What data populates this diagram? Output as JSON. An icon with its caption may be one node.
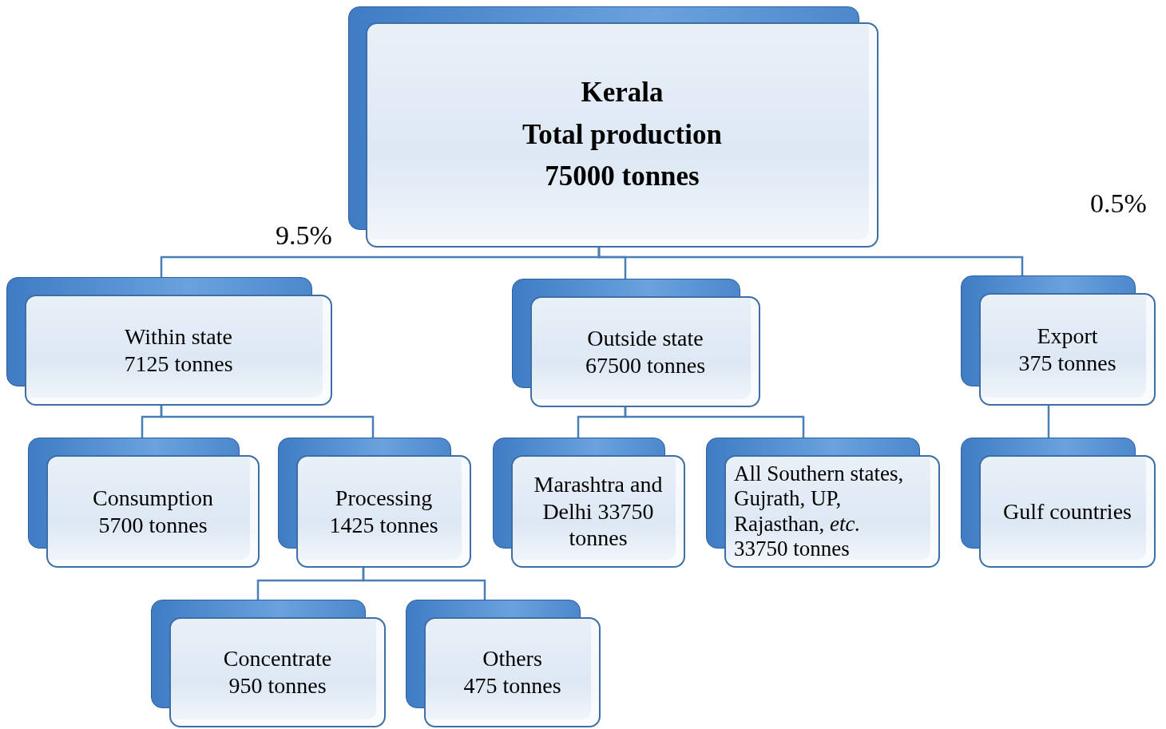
{
  "diagram": {
    "nodes": [
      {
        "text": [
          "Kerala",
          "Total production",
          "75000 tonnes"
        ]
      },
      {
        "text": [
          "Within state",
          "7125 tonnes"
        ]
      },
      {
        "text": [
          "Outside state",
          "67500 tonnes"
        ]
      },
      {
        "text": [
          "Export",
          "375 tonnes"
        ]
      },
      {
        "text": [
          "Consumption",
          "5700 tonnes"
        ]
      },
      {
        "text": [
          "Processing",
          "1425 tonnes"
        ]
      },
      {
        "text": [
          "Marashtra and Delhi 33750 tonnes"
        ]
      },
      {
        "text": [
          "All Southern states, Gujrath, UP, Rajasthan, *etc.*",
          "33750 tonnes"
        ]
      },
      {
        "text": [
          "Gulf countries"
        ]
      },
      {
        "text": [
          "Concentrate",
          "950 tonnes"
        ]
      },
      {
        "text": [
          "Others",
          "475 tonnes"
        ]
      }
    ],
    "edges": [
      {
        "from": 0,
        "to": 1,
        "arrow": "none"
      },
      {
        "from": 0,
        "to": 2,
        "arrow": "none"
      },
      {
        "from": 0,
        "to": 3,
        "arrow": "none"
      },
      {
        "from": 1,
        "to": 4,
        "arrow": "none"
      },
      {
        "from": 1,
        "to": 5,
        "arrow": "none"
      },
      {
        "from": 2,
        "to": 6,
        "arrow": "none"
      },
      {
        "from": 2,
        "to": 7,
        "arrow": "none"
      },
      {
        "from": 3,
        "to": 8,
        "arrow": "none"
      },
      {
        "from": 5,
        "to": 9,
        "arrow": "none"
      },
      {
        "from": 5,
        "to": 10,
        "arrow": "none"
      }
    ],
    "labels": [
      "9.5%",
      "0.5%"
    ]
  }
}
